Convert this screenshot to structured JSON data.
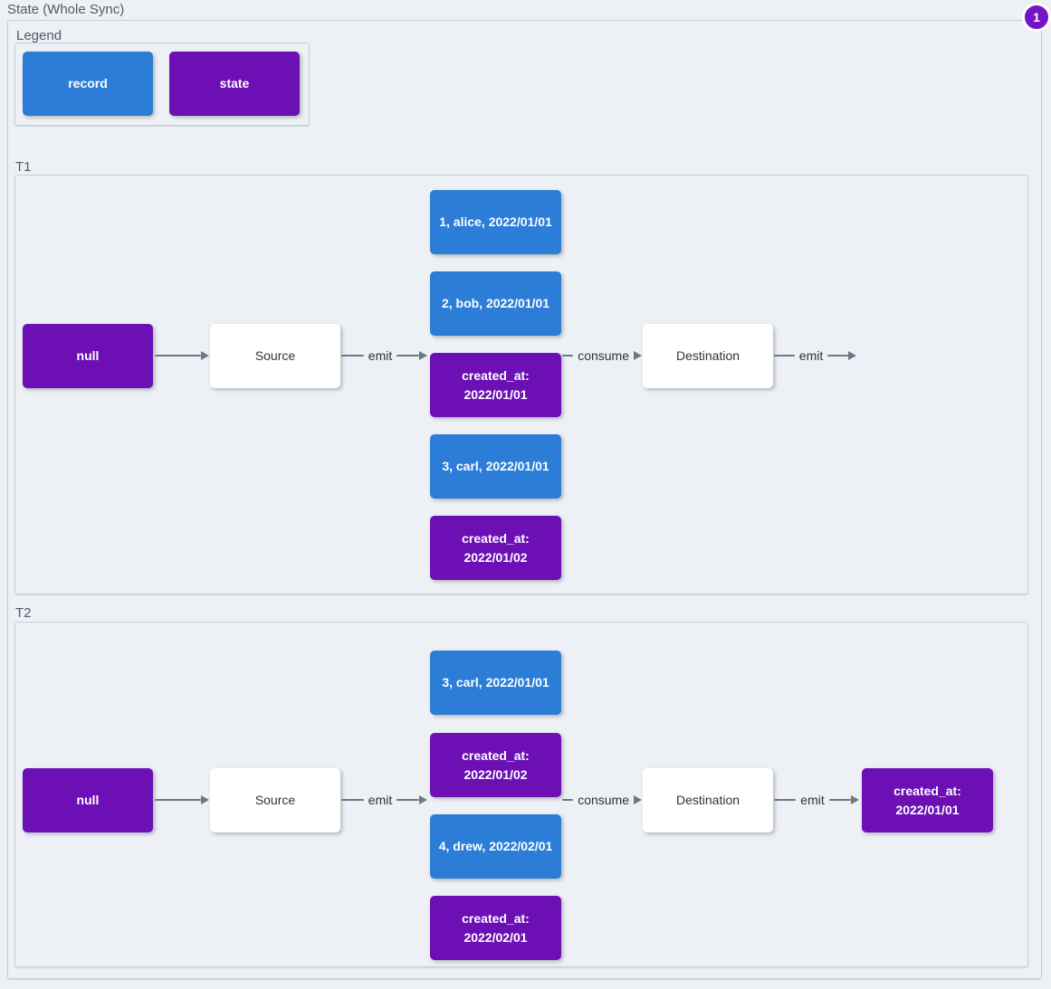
{
  "diagram": {
    "title": "State (Whole Sync)",
    "badge_count": "1",
    "colors": {
      "record": "#2b7dd7",
      "state": "#6c10b6",
      "badge": "#7514c4",
      "background": "#edf1f5",
      "edge": "#6d7887"
    },
    "edge_labels": {
      "emit": "emit",
      "consume": "consume"
    },
    "legend": {
      "label": "Legend",
      "record_label": "record",
      "state_label": "state"
    },
    "t1": {
      "label": "T1",
      "null_label": "null",
      "source_label": "Source",
      "destination_label": "Destination",
      "stack": [
        {
          "type": "record",
          "label": "1, alice, 2022/01/01"
        },
        {
          "type": "record",
          "label": "2, bob, 2022/01/01"
        },
        {
          "type": "state",
          "label": "created_at:\n2022/01/01"
        },
        {
          "type": "record",
          "label": "3, carl, 2022/01/01"
        },
        {
          "type": "state",
          "label": "created_at:\n2022/01/02"
        }
      ]
    },
    "t2": {
      "label": "T2",
      "null_label": "null",
      "source_label": "Source",
      "destination_label": "Destination",
      "stack": [
        {
          "type": "record",
          "label": "3, carl, 2022/01/01"
        },
        {
          "type": "state",
          "label": "created_at:\n2022/01/02"
        },
        {
          "type": "record",
          "label": "4, drew, 2022/02/01"
        },
        {
          "type": "state",
          "label": "created_at:\n2022/02/01"
        }
      ],
      "final_state_label": "created_at:\n2022/01/01"
    }
  }
}
